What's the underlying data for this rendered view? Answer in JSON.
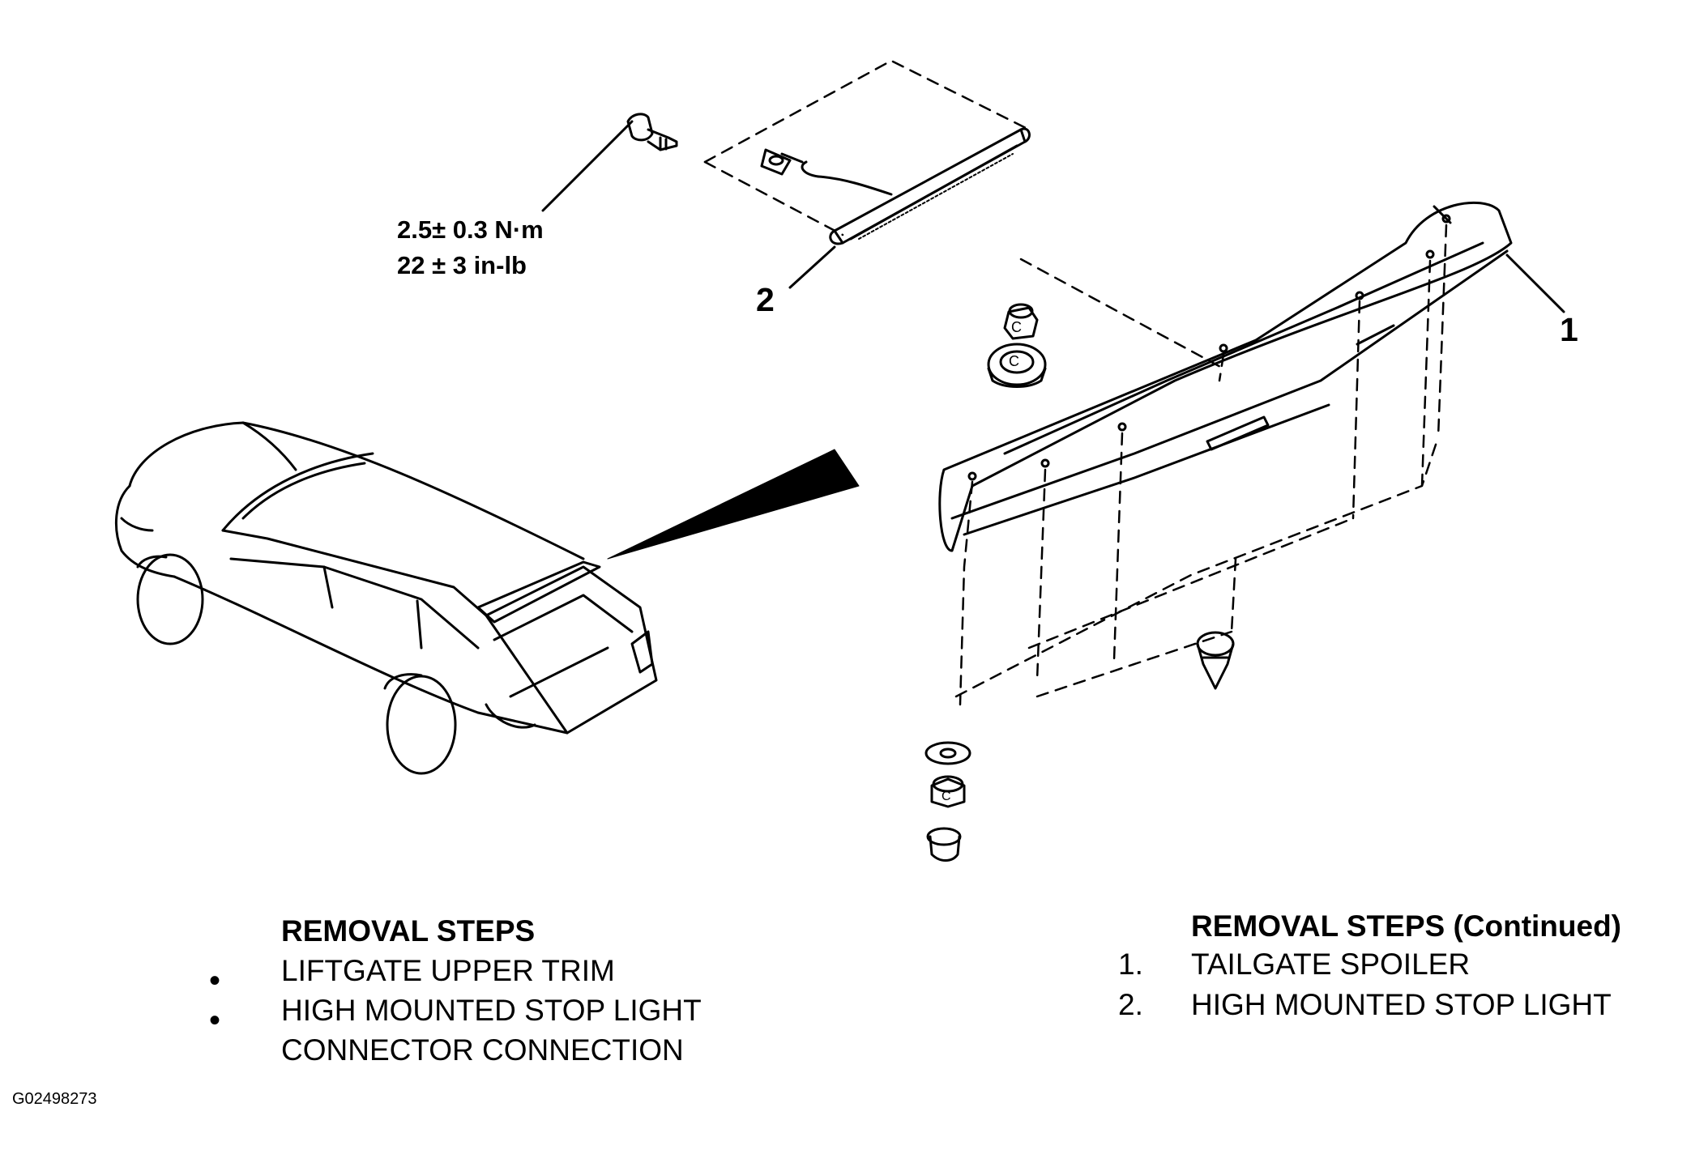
{
  "torque_spec": {
    "metric": "2.5± 0.3 N·m",
    "imperial": "22 ± 3 in-lb"
  },
  "callouts": {
    "tailgate_spoiler": "1",
    "stop_light": "2"
  },
  "removal_steps": {
    "heading": "REMOVAL STEPS",
    "bullet_symbol": "•",
    "items": [
      " LIFTGATE UPPER TRIM",
      "HIGH MOUNTED STOP LIGHT",
      "CONNECTOR CONNECTION"
    ]
  },
  "removal_steps_continued": {
    "heading": "REMOVAL STEPS (Continued)",
    "items": [
      {
        "number": "1.",
        "label": "TAILGATE SPOILER"
      },
      {
        "number": "2.",
        "label": "HIGH MOUNTED STOP LIGHT"
      }
    ]
  },
  "figure_id": "G02498273"
}
